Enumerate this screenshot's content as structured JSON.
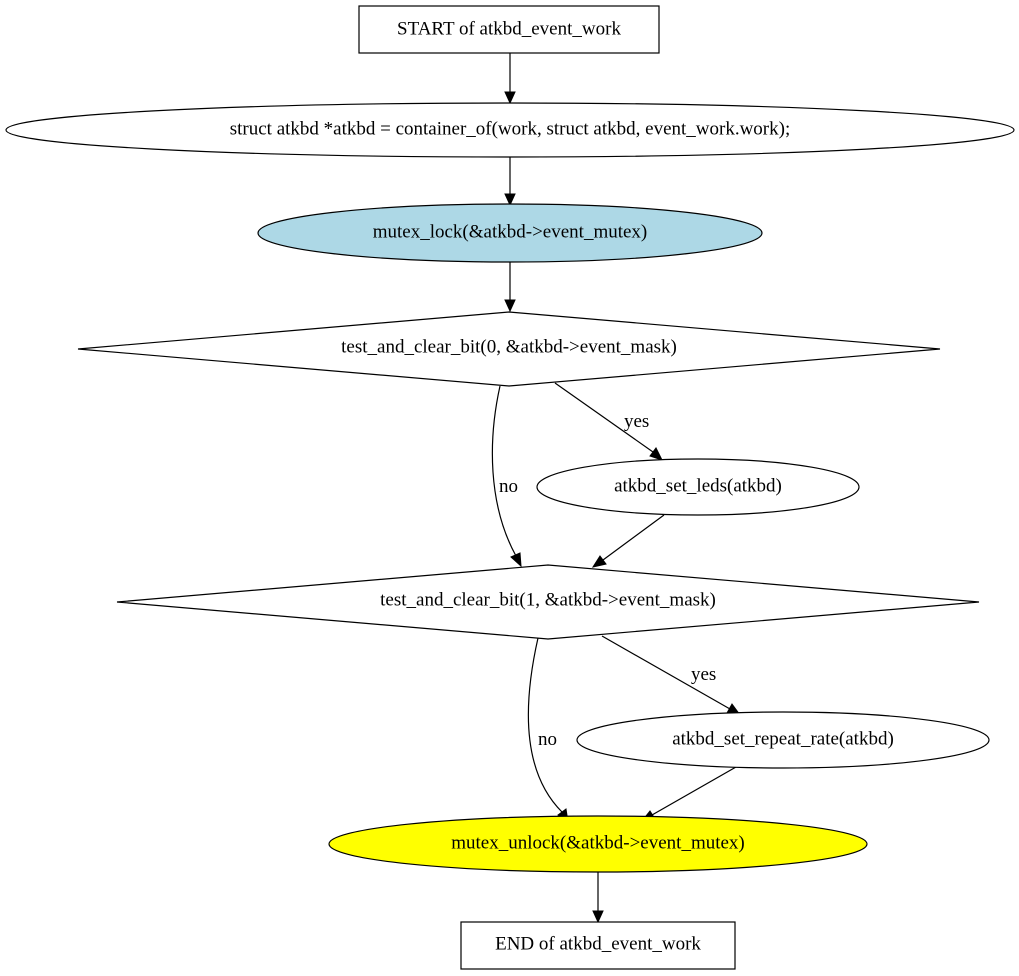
{
  "nodes": {
    "start": {
      "label": "START of atkbd_event_work",
      "shape": "box",
      "fill": "#ffffff"
    },
    "container_of": {
      "label": "struct atkbd *atkbd = container_of(work, struct atkbd, event_work.work);",
      "shape": "ellipse",
      "fill": "#ffffff"
    },
    "mutex_lock": {
      "label": "mutex_lock(&atkbd->event_mutex)",
      "shape": "ellipse",
      "fill": "#add8e6"
    },
    "test_bit_0": {
      "label": "test_and_clear_bit(0, &atkbd->event_mask)",
      "shape": "diamond",
      "fill": "#ffffff"
    },
    "set_leds": {
      "label": "atkbd_set_leds(atkbd)",
      "shape": "ellipse",
      "fill": "#ffffff"
    },
    "test_bit_1": {
      "label": "test_and_clear_bit(1, &atkbd->event_mask)",
      "shape": "diamond",
      "fill": "#ffffff"
    },
    "set_repeat_rate": {
      "label": "atkbd_set_repeat_rate(atkbd)",
      "shape": "ellipse",
      "fill": "#ffffff"
    },
    "mutex_unlock": {
      "label": "mutex_unlock(&atkbd->event_mutex)",
      "shape": "ellipse",
      "fill": "#ffff00"
    },
    "end": {
      "label": "END of atkbd_event_work",
      "shape": "box",
      "fill": "#ffffff"
    }
  },
  "edges": {
    "start_to_container": {
      "from": "start",
      "to": "container_of",
      "label": ""
    },
    "container_to_lock": {
      "from": "container_of",
      "to": "mutex_lock",
      "label": ""
    },
    "lock_to_test0": {
      "from": "mutex_lock",
      "to": "test_bit_0",
      "label": ""
    },
    "test0_yes": {
      "from": "test_bit_0",
      "to": "set_leds",
      "label": "yes"
    },
    "test0_no": {
      "from": "test_bit_0",
      "to": "test_bit_1",
      "label": "no"
    },
    "leds_to_test1": {
      "from": "set_leds",
      "to": "test_bit_1",
      "label": ""
    },
    "test1_yes": {
      "from": "test_bit_1",
      "to": "set_repeat_rate",
      "label": "yes"
    },
    "test1_no": {
      "from": "test_bit_1",
      "to": "mutex_unlock",
      "label": "no"
    },
    "repeat_to_unlock": {
      "from": "set_repeat_rate",
      "to": "mutex_unlock",
      "label": ""
    },
    "unlock_to_end": {
      "from": "mutex_unlock",
      "to": "end",
      "label": ""
    }
  }
}
